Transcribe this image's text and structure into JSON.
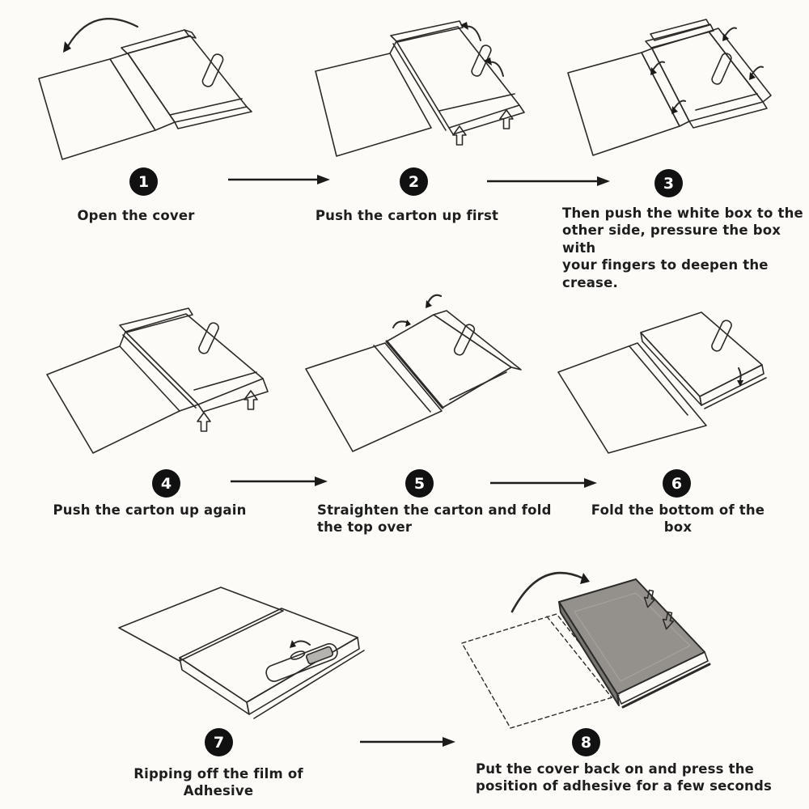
{
  "page": {
    "kind": "box-assembly-instructions",
    "colors": {
      "background": "#fcfbf7",
      "ink": "#2d2b29",
      "badge": "#111111",
      "badge_text": "#ffffff",
      "cover_gray": "#94918d",
      "cover_gray_side": "#787672",
      "slot_gray": "#dcdad6"
    }
  },
  "steps": [
    {
      "number": "1",
      "caption_lines": [
        "Open the cover"
      ]
    },
    {
      "number": "2",
      "caption_lines": [
        "Push the carton up first"
      ]
    },
    {
      "number": "3",
      "caption_lines": [
        "Then push the white box to the",
        "other side, pressure the box with",
        "your fingers to deepen the crease."
      ]
    },
    {
      "number": "4",
      "caption_lines": [
        "Push the carton up again"
      ]
    },
    {
      "number": "5",
      "caption_lines": [
        "Straighten the carton and fold",
        "the top over"
      ]
    },
    {
      "number": "6",
      "caption_lines": [
        "Fold the bottom of the box"
      ]
    },
    {
      "number": "7",
      "caption_lines": [
        "Ripping off the film of Adhesive"
      ]
    },
    {
      "number": "8",
      "caption_lines": [
        "Put the cover back on and press the",
        "position of adhesive for a few seconds"
      ]
    }
  ]
}
